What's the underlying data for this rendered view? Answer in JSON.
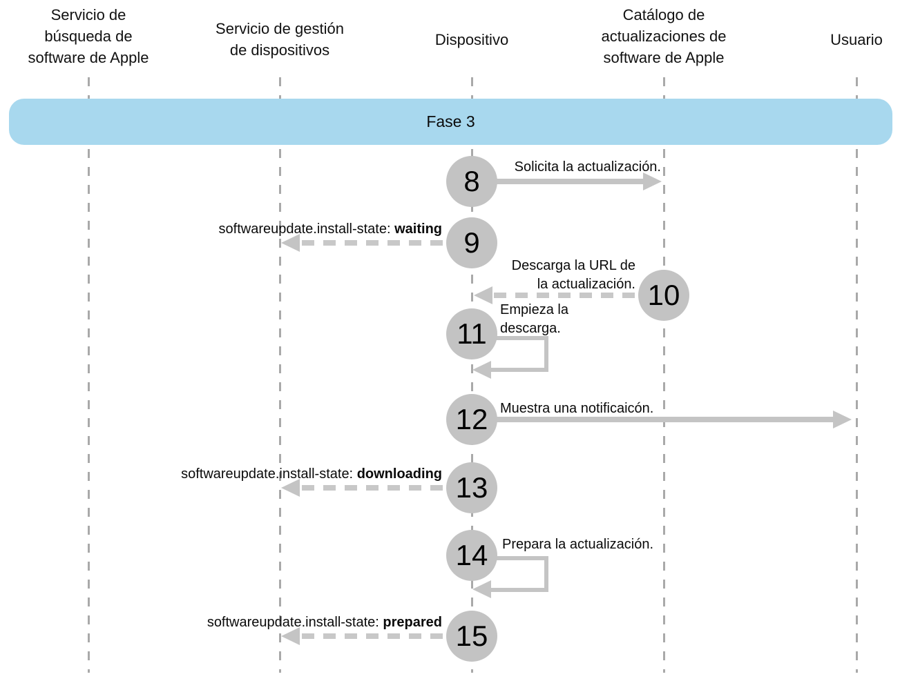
{
  "phase": {
    "label": "Fase 3"
  },
  "actors": [
    {
      "id": "apple-software-lookup-service",
      "label": "Servicio de\nbúsqueda de\nsoftware de Apple"
    },
    {
      "id": "device-management-service",
      "label": "Servicio de gestión\nde dispositivos"
    },
    {
      "id": "device",
      "label": "Dispositivo"
    },
    {
      "id": "apple-software-update-catalog",
      "label": "Catálogo de\nactualizaciones de\nsoftware de Apple"
    },
    {
      "id": "user",
      "label": "Usuario"
    }
  ],
  "steps": [
    {
      "number": "8",
      "label": "Solicita la actualización.",
      "from": "Dispositivo",
      "to": "Catálogo de actualizaciones de software de Apple",
      "line_style": "solid",
      "direction": "right"
    },
    {
      "number": "9",
      "label_prefix": "softwareupdate.install-state: ",
      "label_state": "waiting",
      "from": "Dispositivo",
      "to": "Servicio de gestión de dispositivos",
      "line_style": "dashed",
      "direction": "left"
    },
    {
      "number": "10",
      "label": "Descarga la URL de\nla actualización.",
      "from": "Catálogo de actualizaciones de software de Apple",
      "to": "Dispositivo",
      "line_style": "dashed",
      "direction": "left"
    },
    {
      "number": "11",
      "label": "Empieza la\ndescarga.",
      "from": "Dispositivo",
      "to": "Dispositivo",
      "line_style": "solid",
      "direction": "self"
    },
    {
      "number": "12",
      "label": "Muestra una notificaicón.",
      "from": "Dispositivo",
      "to": "Usuario",
      "line_style": "solid",
      "direction": "right"
    },
    {
      "number": "13",
      "label_prefix": "softwareupdate.install-state: ",
      "label_state": "downloading",
      "from": "Dispositivo",
      "to": "Servicio de gestión de dispositivos",
      "line_style": "dashed",
      "direction": "left"
    },
    {
      "number": "14",
      "label": "Prepara la actualización.",
      "from": "Dispositivo",
      "to": "Dispositivo",
      "line_style": "solid",
      "direction": "self"
    },
    {
      "number": "15",
      "label_prefix": "softwareupdate.install-state: ",
      "label_state": "prepared",
      "from": "Dispositivo",
      "to": "Servicio de gestión de dispositivos",
      "line_style": "dashed",
      "direction": "left"
    }
  ],
  "colors": {
    "phase_banner": "#a8d8ee",
    "shapes_gray": "#c4c4c4",
    "lifeline_gray": "#a9a9a9",
    "text": "#0a0a0a"
  }
}
